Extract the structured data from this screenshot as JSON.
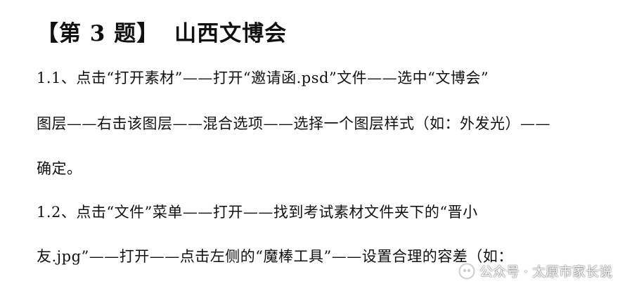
{
  "heading": {
    "prefix": "【第 3 题】",
    "title": "山西文博会"
  },
  "paragraphs": [
    "1.1、点击“打开素材”——打开“邀请函.psd”文件——选中“文博会”",
    "图层——右击该图层——混合选项——选择一个图层样式（如：外发光）——",
    "确定。",
    "1.2、点击“文件”菜单——打开——找到考试素材文件夹下的“晋小",
    "友.jpg”——打开——点击左侧的“魔棒工具”——设置合理的容差（如："
  ],
  "watermark": {
    "icon": "wechat-icon",
    "text": "公众号 · 太原市家长说"
  }
}
